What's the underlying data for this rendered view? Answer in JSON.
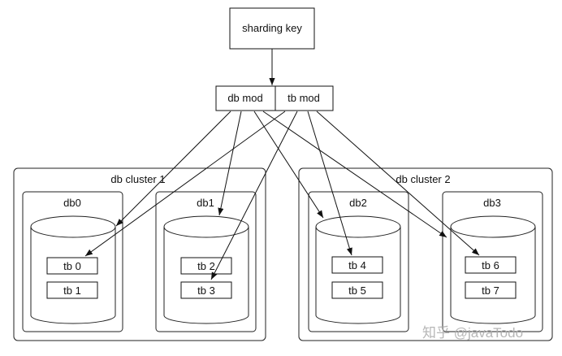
{
  "sharding_key": "sharding key",
  "mods": {
    "db": "db mod",
    "tb": "tb mod"
  },
  "clusters": [
    {
      "label": "db cluster 1",
      "dbs": [
        {
          "label": "db0",
          "tables": [
            "tb 0",
            "tb 1"
          ]
        },
        {
          "label": "db1",
          "tables": [
            "tb 2",
            "tb 3"
          ]
        }
      ]
    },
    {
      "label": "db cluster 2",
      "dbs": [
        {
          "label": "db2",
          "tables": [
            "tb 4",
            "tb 5"
          ]
        },
        {
          "label": "db3",
          "tables": [
            "tb 6",
            "tb 7"
          ]
        }
      ]
    }
  ],
  "watermark": "知乎 @javaTodo"
}
